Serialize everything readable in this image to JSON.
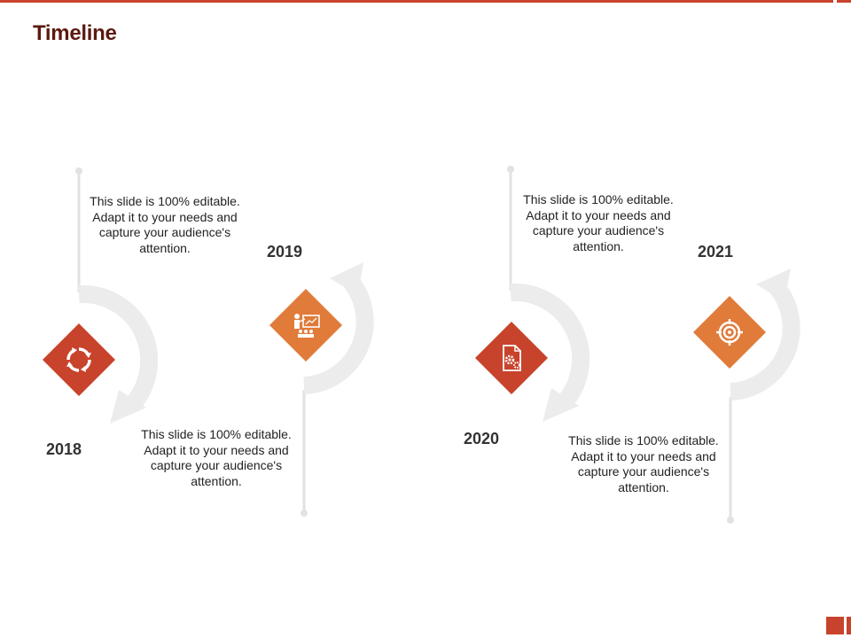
{
  "header": {
    "title": "Timeline"
  },
  "colors": {
    "accent": "#c8432b",
    "orange": "#e07b3a",
    "arrow": "#ececec",
    "line": "#e2e2e2"
  },
  "timeline": [
    {
      "year": "2018",
      "text": "This slide is 100% editable. Adapt it to your needs and capture your audience's attention.",
      "icon": "refresh-cycle-icon"
    },
    {
      "year": "2019",
      "text": "This slide is 100% editable. Adapt it to your needs and capture your audience's attention.",
      "icon": "presentation-icon"
    },
    {
      "year": "2020",
      "text": "This slide is 100% editable. Adapt it to your needs and capture your audience's attention.",
      "icon": "document-gears-icon"
    },
    {
      "year": "2021",
      "text": "This slide is 100% editable. Adapt it to your needs and capture your audience's attention.",
      "icon": "target-icon"
    }
  ]
}
